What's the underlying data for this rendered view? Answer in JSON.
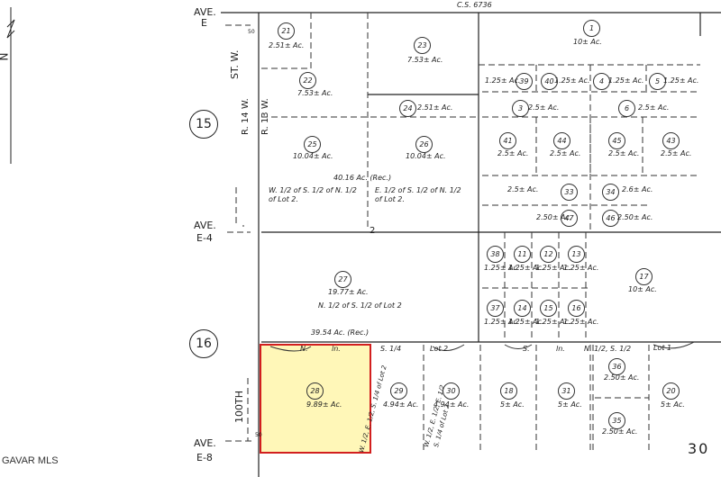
{
  "map": {
    "survey_label": "C.S. 6736",
    "watermark": "GAVAR MLS",
    "section_numbers": [
      "15",
      "16"
    ],
    "corner_number": "30",
    "center_label": "2",
    "north_letter": "N",
    "highlight_color": "#fff7b8",
    "highlight_border": "#d21f1f"
  },
  "roads": {
    "ave_e": "AVE.",
    "ave_e_sub": "E",
    "ave_e4": "AVE.",
    "ave_e4_sub": "E-4",
    "ave_e8": "AVE.",
    "ave_e8_sub": "E-8",
    "st_w": "ST. W.",
    "r14w": "R. 14 W.",
    "r13w": "R. 13 W.",
    "100th": "100TH",
    "dist_50": "50"
  },
  "parcels": [
    {
      "num": "21",
      "acres": "2.51± Ac."
    },
    {
      "num": "22",
      "acres": "7.53± Ac."
    },
    {
      "num": "23",
      "acres": "7.53± Ac."
    },
    {
      "num": "1",
      "acres": "10± Ac."
    },
    {
      "num": "39",
      "acres": "1.25± Ac."
    },
    {
      "num": "40",
      "acres": "1.25± Ac."
    },
    {
      "num": "4",
      "acres": "1.25± Ac."
    },
    {
      "num": "5",
      "acres": "1.25± Ac."
    },
    {
      "num": "24",
      "acres": "2.51± Ac."
    },
    {
      "num": "3",
      "acres": "2.5± Ac."
    },
    {
      "num": "6",
      "acres": "2.5± Ac."
    },
    {
      "num": "25",
      "acres": "10.04± Ac."
    },
    {
      "num": "26",
      "acres": "10.04± Ac."
    },
    {
      "num": "41",
      "acres": "2.5± Ac."
    },
    {
      "num": "44",
      "acres": "2.5± Ac."
    },
    {
      "num": "45",
      "acres": "2.5± Ac."
    },
    {
      "num": "43",
      "acres": "2.5± Ac."
    },
    {
      "num": "33",
      "acres": "2.5± Ac."
    },
    {
      "num": "34",
      "acres": "2.6± Ac."
    },
    {
      "num": "47",
      "acres": "2.50± Ac."
    },
    {
      "num": "46",
      "acres": "2.50± Ac."
    },
    {
      "num": "38",
      "acres": "1.25± Ac."
    },
    {
      "num": "11",
      "acres": "1.25± Ac."
    },
    {
      "num": "12",
      "acres": "1.25± Ac."
    },
    {
      "num": "13",
      "acres": "1.25± Ac."
    },
    {
      "num": "17",
      "acres": "10± Ac."
    },
    {
      "num": "27",
      "acres": "19.77± Ac."
    },
    {
      "num": "37",
      "acres": "1.25± Ac."
    },
    {
      "num": "14",
      "acres": "1.25± Ac."
    },
    {
      "num": "15",
      "acres": "1.25± Ac."
    },
    {
      "num": "16",
      "acres": "1.25± Ac."
    },
    {
      "num": "28",
      "acres": "9.89± Ac."
    },
    {
      "num": "29",
      "acres": "4.94± Ac."
    },
    {
      "num": "30",
      "acres": "4.94± Ac."
    },
    {
      "num": "18",
      "acres": "5± Ac."
    },
    {
      "num": "31",
      "acres": "5± Ac."
    },
    {
      "num": "36",
      "acres": "2.50± Ac."
    },
    {
      "num": "35",
      "acres": "2.50± Ac."
    },
    {
      "num": "20",
      "acres": "5± Ac."
    }
  ],
  "notes": {
    "rec_4016": "40.16 Ac. (Rec.)",
    "wh_left_1": "W. 1/2 of S. 1/2 of N. 1/2",
    "wh_left_2": "of Lot 2.",
    "eh_right_1": "E. 1/2 of S. 1/2 of N. 1/2",
    "eh_right_2": "of Lot 2.",
    "nh_lot2": "N. 1/2 of S. 1/2 of Lot 2",
    "rec_3954": "39.54 Ac. (Rec.)",
    "n_ln": "N.",
    "ln": "ln.",
    "s14": "S. 1/4",
    "lot2": "Lot 2",
    "s": "S.",
    "ln2": "ln.",
    "nhs12": "N. 1/2, S. 1/2",
    "lot1": "Lot 1",
    "w_e12": "W. 1/2, E. 1/2, S. 1/4 of Lot 2",
    "w_e12b": "W. 1/2, E. 1/2, E. 1/2",
    "w_e12c": "S. 1/4 of Lot 2"
  }
}
